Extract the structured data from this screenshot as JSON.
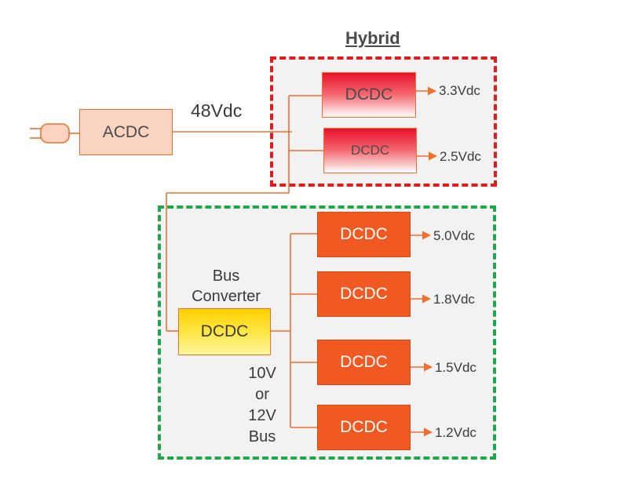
{
  "hybrid": {
    "title": "Hybrid",
    "border_color": "#e31b1b",
    "modules": [
      {
        "label": "DCDC",
        "output": "3.3Vdc"
      },
      {
        "label": "DCDC",
        "output": "2.5Vdc"
      }
    ]
  },
  "source": {
    "plug": "plug-icon",
    "acdc_label": "ACDC",
    "bus_voltage": "48Vdc"
  },
  "intermediate": {
    "border_color": "#1fa84a",
    "bus_converter_label": "Bus\nConverter",
    "bus_converter_box": "DCDC",
    "bus_label": "10V\nor\n12V\nBus",
    "modules": [
      {
        "label": "DCDC",
        "output": "5.0Vdc"
      },
      {
        "label": "DCDC",
        "output": "1.8Vdc"
      },
      {
        "label": "DCDC",
        "output": "1.5Vdc"
      },
      {
        "label": "DCDC",
        "output": "1.2Vdc"
      }
    ]
  },
  "colors": {
    "wire": "#f07030",
    "acdc_fill": "#fbd3c2",
    "module_fill": "#f05a22",
    "bus_fill": "#ffd400"
  }
}
